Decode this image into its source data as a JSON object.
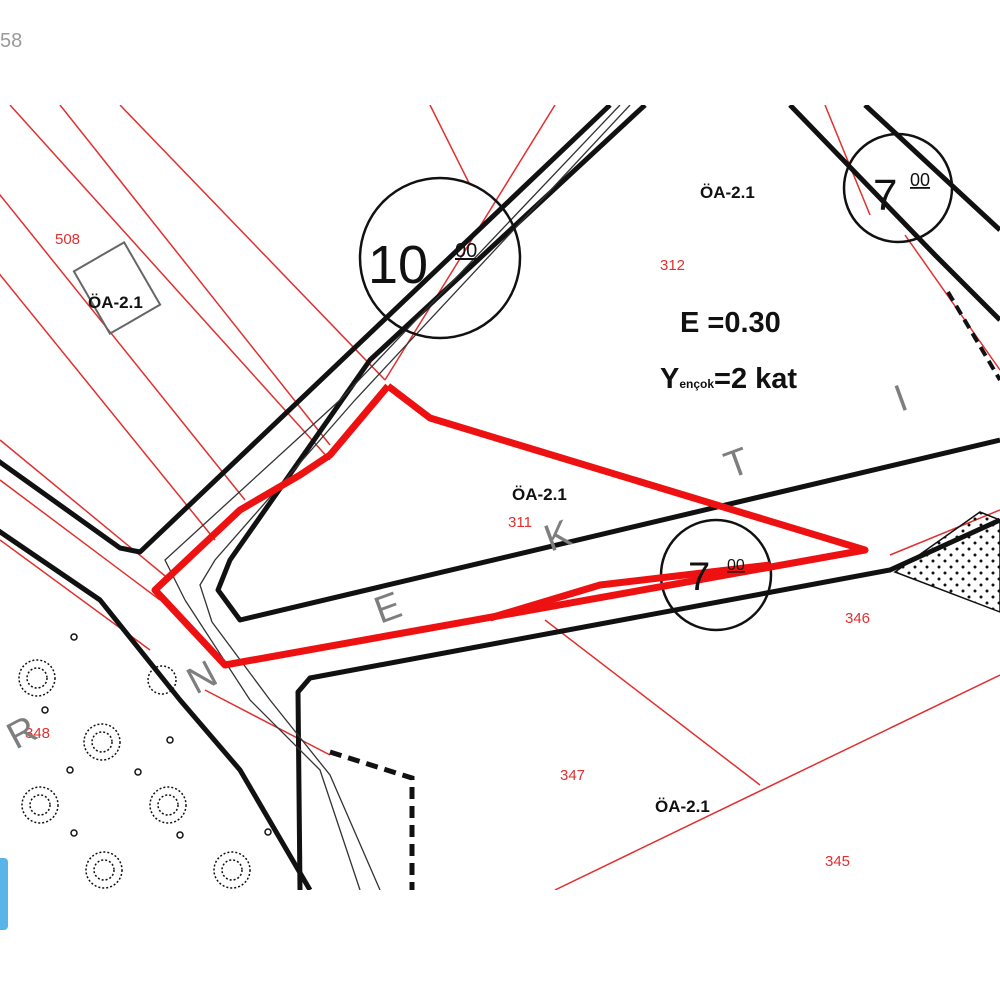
{
  "page_number": "58",
  "zone_labels": {
    "nw": "ÖA-2.1",
    "ne": "ÖA-2.1",
    "center": "ÖA-2.1",
    "south": "ÖA-2.1"
  },
  "parcels": {
    "p508": "508",
    "p312": "312",
    "p311": "311",
    "p346": "346",
    "p348": "348",
    "p347": "347",
    "p345": "345"
  },
  "building_rules": {
    "e_value": "E =0.30",
    "height_prefix": "Y",
    "height_sub": "ençok",
    "height_value": "=2 kat"
  },
  "road_widths": {
    "north": {
      "main": "10",
      "sup": "00"
    },
    "east": {
      "main": "7",
      "sup": "00"
    },
    "south": {
      "main": "7",
      "sup": "00"
    }
  },
  "street_letters": [
    "R",
    "N",
    "E",
    "K",
    "T",
    "I"
  ],
  "colors": {
    "highlight": "#ee1111",
    "cadastre": "#e03030",
    "road": "#111111",
    "label_gray": "#7e7e7e",
    "tab": "#5ab4e8"
  }
}
